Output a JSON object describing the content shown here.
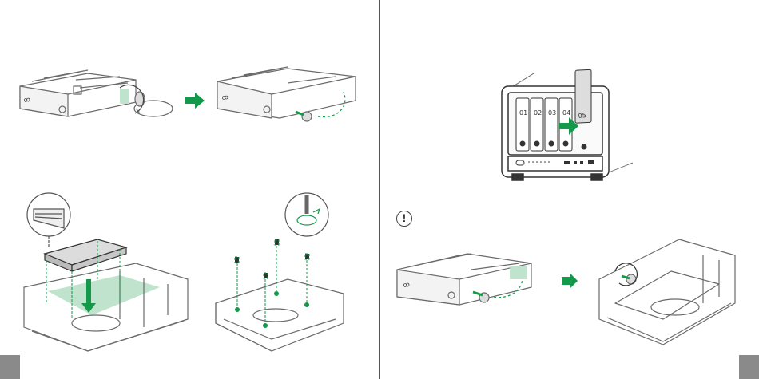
{
  "colors": {
    "accent": "#129a4a",
    "accent_light": "#bfe3cc",
    "line": "#6a6a6a",
    "tab": "#8a8a8a"
  },
  "figures": {
    "step1": {
      "arrow": "arrow-right-icon"
    },
    "step2": {
      "arrow": "arrow-down-icon"
    },
    "nas": {
      "bays": [
        {
          "number": "01"
        },
        {
          "number": "02"
        },
        {
          "number": "03"
        },
        {
          "number": "04"
        },
        {
          "number": "05"
        }
      ]
    },
    "caution": {
      "symbol": "!"
    },
    "step4": {
      "arrow": "arrow-right-icon"
    }
  }
}
